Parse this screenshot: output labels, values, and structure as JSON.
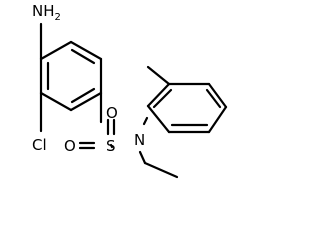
{
  "molecule": {
    "atoms": {
      "amine": {
        "symbol": "NH",
        "subscript": "2"
      },
      "chlorine": {
        "symbol": "Cl"
      },
      "sulfur": {
        "symbol": "S"
      },
      "oxygen_upper": {
        "symbol": "O"
      },
      "oxygen_lower": {
        "symbol": "O"
      },
      "nitrogen": {
        "symbol": "N"
      }
    }
  }
}
